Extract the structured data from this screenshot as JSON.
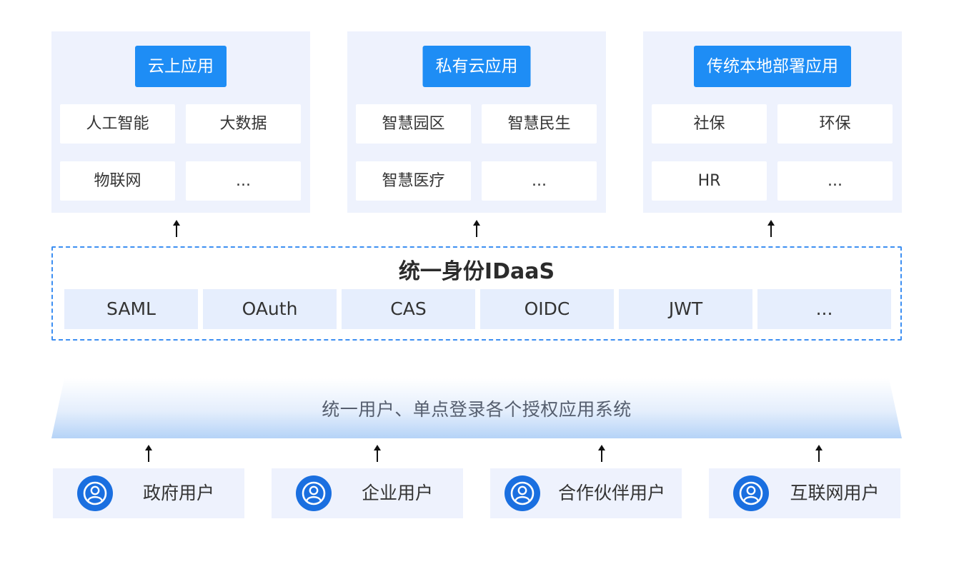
{
  "panels": [
    {
      "title": "云上应用",
      "items": [
        "人工智能",
        "大数据",
        "物联网",
        "..."
      ]
    },
    {
      "title": "私有云应用",
      "items": [
        "智慧园区",
        "智慧民生",
        "智慧医疗",
        "..."
      ]
    },
    {
      "title": "传统本地部署应用",
      "items": [
        "社保",
        "环保",
        "HR",
        "..."
      ]
    }
  ],
  "idaas": {
    "title": "统一身份IDaaS",
    "protocols": [
      "SAML",
      "OAuth",
      "CAS",
      "OIDC",
      "JWT",
      "..."
    ]
  },
  "banner": {
    "text": "统一用户、单点登录各个授权应用系统"
  },
  "users": [
    "政府用户",
    "企业用户",
    "合作伙伴用户",
    "互联网用户"
  ],
  "colors": {
    "accent": "#1e8df5",
    "panel_bg": "#eef2fd",
    "protocol_bg": "#e6eefd",
    "dashed_border": "#3d8ff2",
    "user_icon": "#1a6fe0"
  },
  "icons": {
    "arrow": "arrow-up-icon",
    "user": "user-circle-icon"
  }
}
